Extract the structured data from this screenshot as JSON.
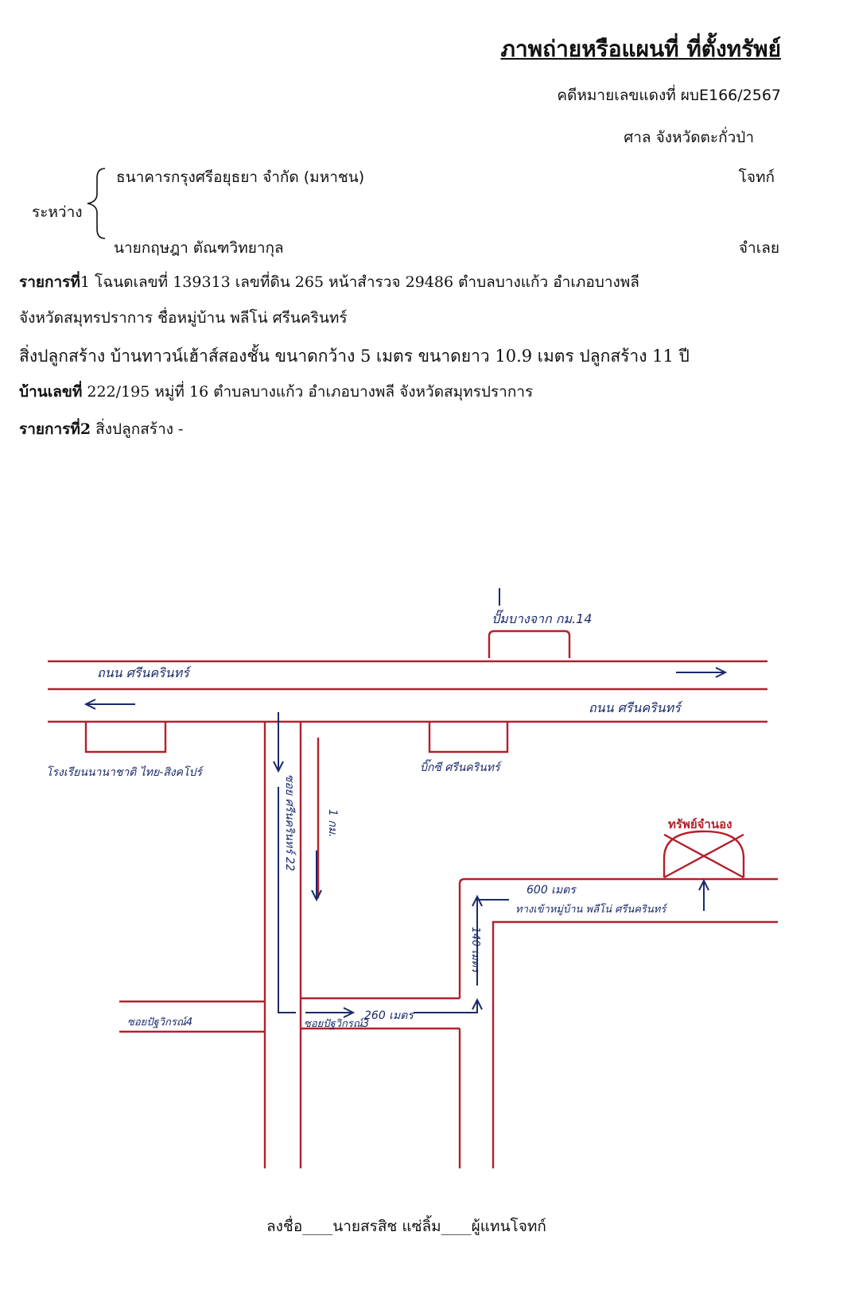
{
  "header": {
    "title": "ภาพถ่ายหรือแผนที่  ที่ตั้งทรัพย์",
    "case_number": "คดีหมายเลขแดงที่ ผบE166/2567",
    "court": "ศาล จังหวัดตะกั่วป่า"
  },
  "parties": {
    "between_label": "ระหว่าง",
    "plaintiff_name": "ธนาคารกรุงศรีอยุธยา จำกัด (มหาชน)",
    "plaintiff_role": "โจทก์",
    "defendant_name": "นายกฤษฎา ตัณฑวิทยากุล",
    "defendant_role": "จำเลย"
  },
  "items": {
    "item1_label": "รายการที่",
    "item1_num": "1",
    "item1_line1": " โฉนดเลขที่ 139313 เลขที่ดิน 265 หน้าสำรวจ 29486 ตำบลบางแก้ว อำเภอบางพลี",
    "item1_line2": "จังหวัดสมุทรปราการ ชื่อหมู่บ้าน พลีโน่ ศรีนครินทร์",
    "building_line": "สิ่งปลูกสร้าง บ้านทาวน์เฮ้าส์สองชั้น ขนาดกว้าง 5 เมตร ขนาดยาว 10.9 เมตร ปลูกสร้าง 11 ปี",
    "house_label": "บ้านเลขที่",
    "house_rest": " 222/195 หมู่ที่ 16  ตำบลบางแก้ว อำเภอบางพลี จังหวัดสมุทรปราการ",
    "item2_label": "รายการที่2",
    "item2_text": " สิ่งปลูกสร้าง -"
  },
  "map": {
    "road_top": "ถนน ศรีนครินทร์",
    "road_bottom": "ถนน ศรีนครินทร์",
    "gas_station": "ปั๊มบางจาก กม.14",
    "school": "โรงเรียนนานาชาติ ไทย-สิงคโปร์",
    "bigc": "บิ๊กซี ศรีนครินทร์",
    "soi22": "ซอย ศรีนครินทร์ 22",
    "dist_1km": "1 กม.",
    "soi4": "ซอยปัฐวิกรณ์4",
    "soi3": "ซอยปัฐวิกรณ์3",
    "dist_260": "260 เมตร",
    "dist_140": "140 เมตร",
    "dist_600": "600 เมตร",
    "village_entrance": "ทางเข้าหมู่บ้าน พลีโน่ ศรีนครินทร์",
    "property": "ทรัพย์จำนอง",
    "line_color": "#b3202c",
    "ink_color": "#1a2a6b"
  },
  "signature": "ลงชื่อ____นายสรสิช แซ่ลิ้ม____ผู้แทนโจทก์"
}
